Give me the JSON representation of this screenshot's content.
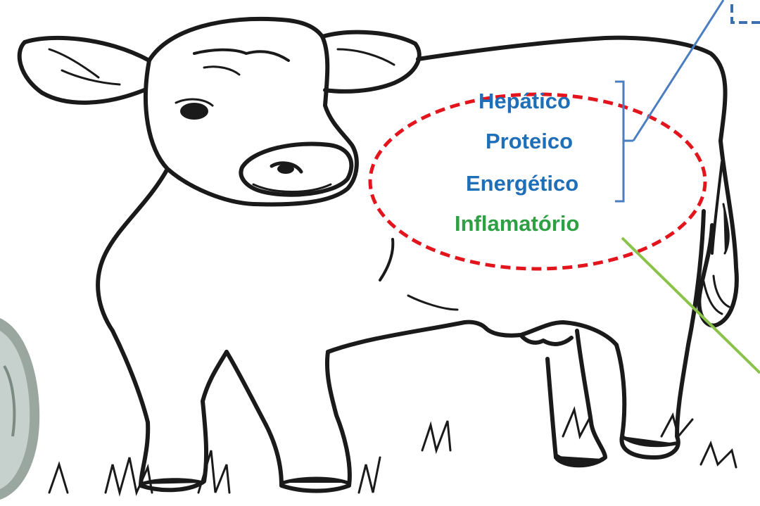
{
  "labels": {
    "hepatico": "Hepático",
    "proteico": "Proteico",
    "energetico": "Energético",
    "inflamatorio": "Inflamatório"
  },
  "colors": {
    "metabolic_text": "#1f6fb8",
    "inflammatory_text": "#2ea043",
    "ellipse_dash": "#e3141b",
    "bracket": "#4a7ec0",
    "green_connector": "#8bc34a",
    "outline": "#1a1a1a"
  }
}
